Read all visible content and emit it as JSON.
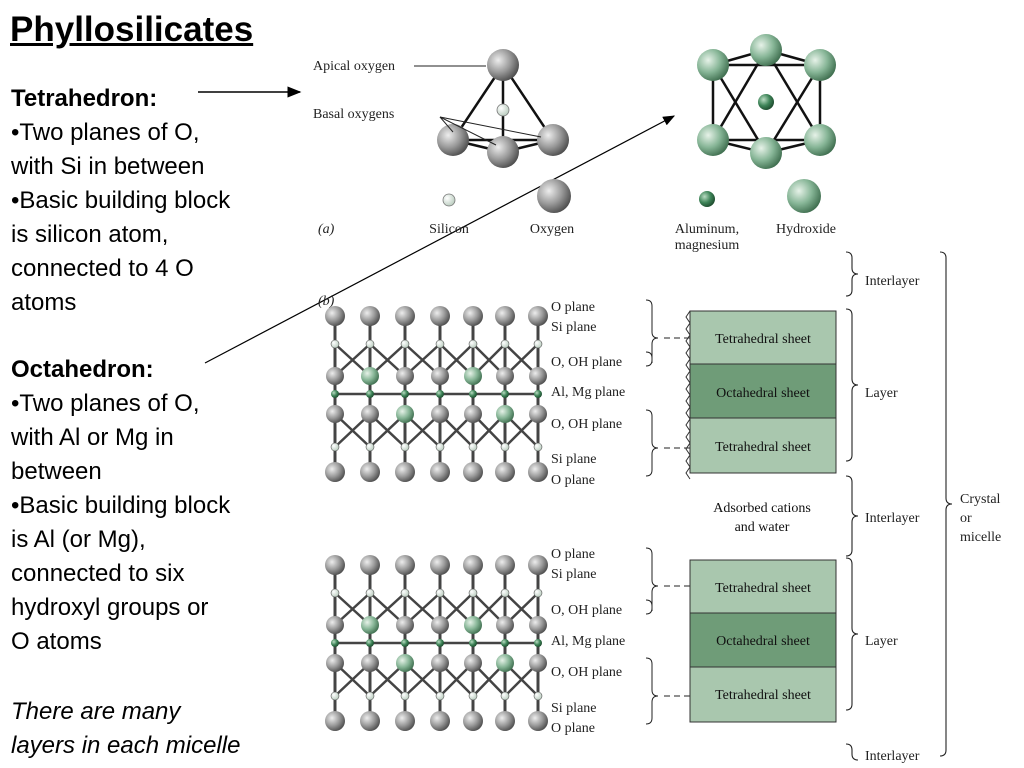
{
  "title": "Phyllosilicates",
  "tetrahedron": {
    "heading": "Tetrahedron:",
    "lines": [
      "•Two planes of O,",
      "with Si in between",
      "•Basic building block",
      "is silicon atom,",
      "connected to 4 O",
      "atoms"
    ]
  },
  "octahedron": {
    "heading": "Octahedron:",
    "lines": [
      "•Two planes of O,",
      "with Al or Mg in",
      "between",
      "•Basic building block",
      "is Al (or Mg),",
      "connected to six",
      "hydroxyl groups or",
      "O atoms"
    ]
  },
  "note": [
    "There are many",
    "layers in each micelle"
  ],
  "figure": {
    "panel_a": {
      "label": "(a)",
      "apical": "Apical oxygen",
      "basal": "Basal oxygens",
      "legend": [
        "Silicon",
        "Oxygen",
        "Aluminum,",
        "magnesium",
        "Hydroxide"
      ]
    },
    "panel_b": {
      "label": "(b)",
      "planes_top": [
        "O plane",
        "Si plane",
        "O, OH plane",
        "Al, Mg plane",
        "O, OH plane",
        "Si plane",
        "O plane"
      ],
      "planes_bottom": [
        "O plane",
        "Si plane",
        "O, OH plane",
        "Al, Mg plane",
        "O, OH plane",
        "Si plane",
        "O plane"
      ],
      "sheets": [
        "Tetrahedral sheet",
        "Octahedral sheet",
        "Tetrahedral sheet"
      ],
      "adsorbed": [
        "Adsorbed cations",
        "and water"
      ],
      "right": [
        "Interlayer",
        "Layer",
        "Interlayer",
        "Layer",
        "Interlayer"
      ],
      "crystal": [
        "Crystal",
        "or",
        "micelle"
      ]
    },
    "colors": {
      "oxygen": "#8c8c8c",
      "green": "#7fae8f",
      "tet_sheet": "#a9c7ae",
      "oct_sheet": "#6f9c78",
      "dark_green": "#3d7a52"
    }
  }
}
